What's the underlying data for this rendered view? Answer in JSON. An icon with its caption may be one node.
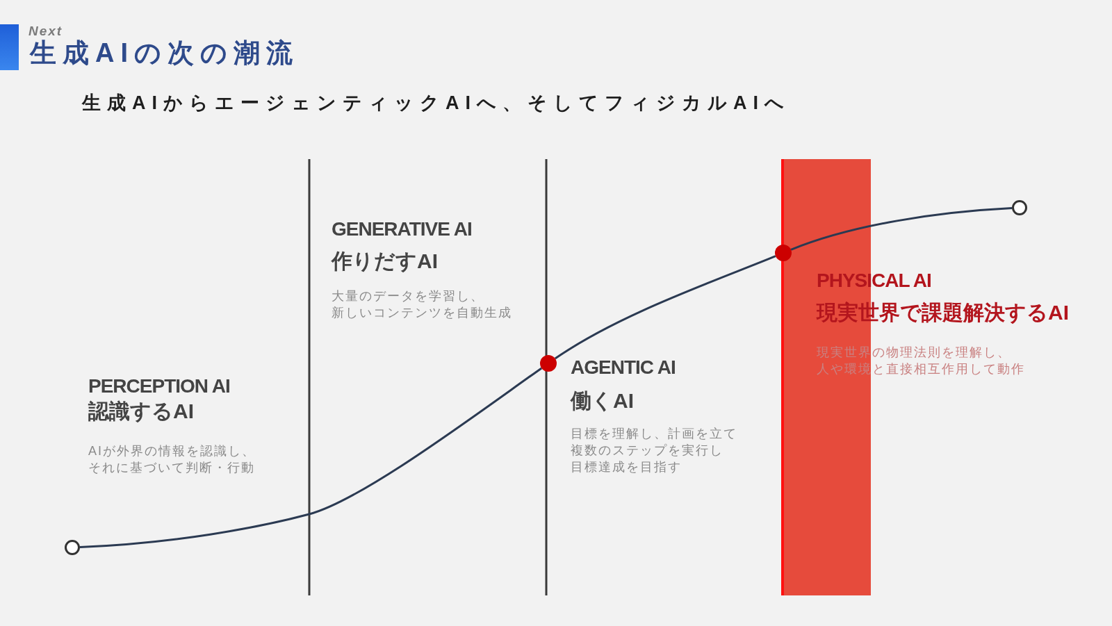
{
  "diagram": {
    "title": "生成AIの次の潮流",
    "nodes": [
      {
        "text": [],
        "shape": "circle"
      },
      {
        "text": [],
        "shape": "circle"
      },
      {
        "text": [],
        "shape": "circle"
      },
      {
        "text": [],
        "shape": "circle"
      }
    ],
    "edges": [
      {
        "from": 0,
        "to": 1,
        "arrow": "none"
      },
      {
        "from": 1,
        "to": 2,
        "arrow": "none"
      },
      {
        "from": 2,
        "to": 3,
        "arrow": "none"
      }
    ],
    "labels": [
      "Next",
      "生成AIからエージェンティックAIへ、そしてフィジカルAIへ",
      "PERCEPTION AI",
      "認識するAI",
      "AIが外界の情報を認識し、それに基づいて判断・行動",
      "GENERATIVE AI",
      "作りだすAI",
      "大量のデータを学習し、新しいコンテンツを自動生成",
      "AGENTIC AI",
      "働くAI",
      "目標を理解し、計画を立て複数のステップを実行し目標達成を目指す",
      "PHYSICAL AI",
      "現実世界で課題解決するAI",
      "現実世界の物理法則を理解し、人や環境と直接相互作用して動作"
    ]
  }
}
